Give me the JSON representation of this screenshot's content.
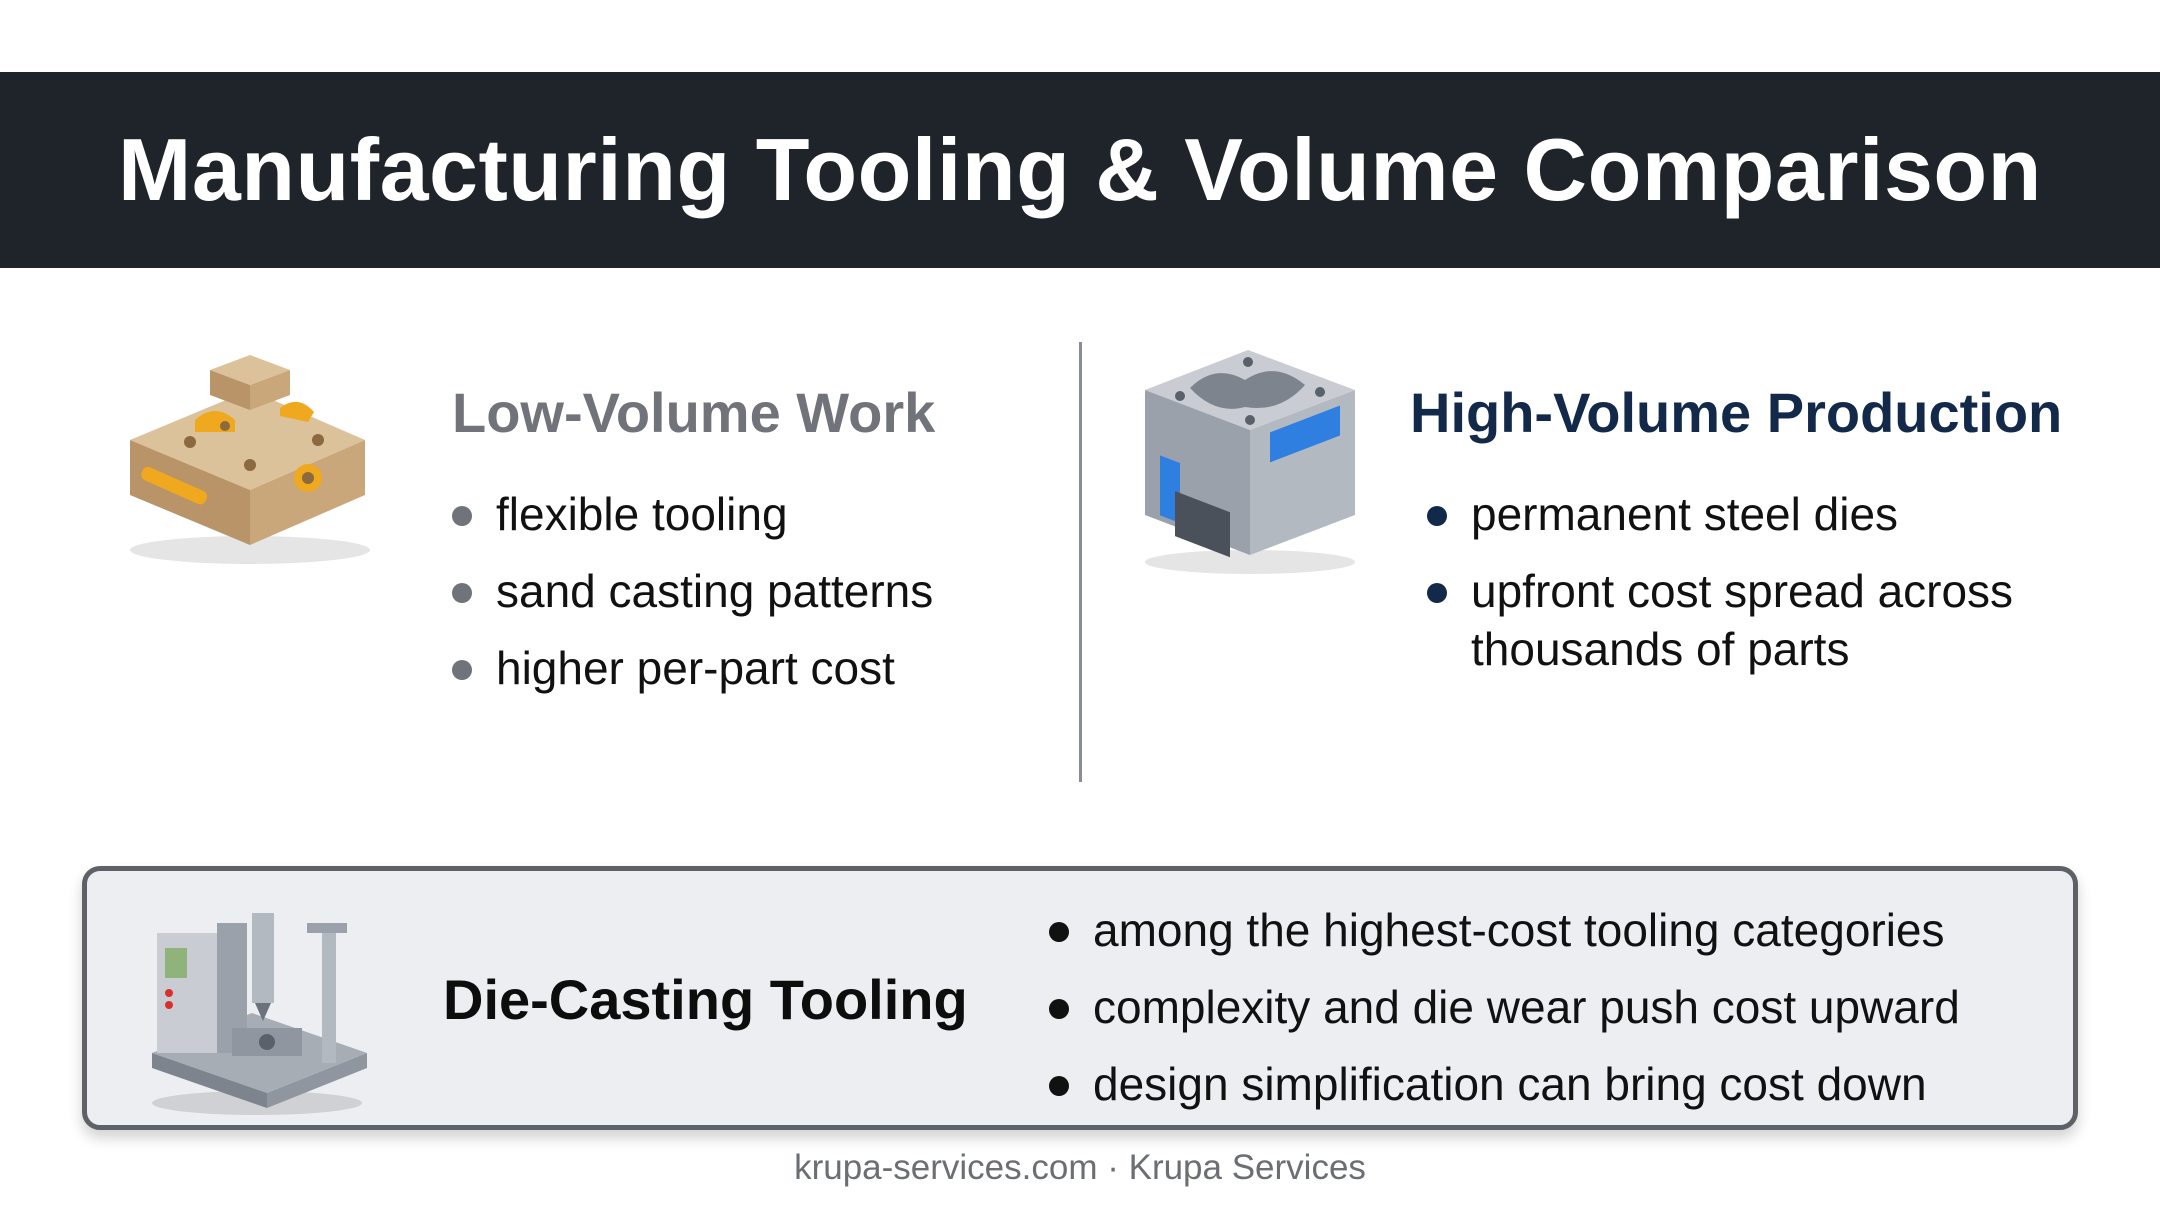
{
  "header": {
    "title": "Manufacturing Tooling & Volume Comparison"
  },
  "low_volume": {
    "title": "Low-Volume Work",
    "icon": "sand-mold-block-icon",
    "bullets": [
      "flexible tooling",
      "sand casting patterns",
      "higher per-part cost"
    ]
  },
  "high_volume": {
    "title": "High-Volume Production",
    "icon": "steel-die-block-icon",
    "bullets": [
      "permanent steel dies",
      "upfront cost spread across thousands of parts"
    ]
  },
  "die_casting": {
    "title": "Die-Casting Tooling",
    "icon": "die-casting-machine-icon",
    "bullets": [
      "among the highest-cost tooling categories",
      "complexity and die wear push cost upward",
      "design simplification can bring cost down"
    ]
  },
  "footer": {
    "text": "krupa-services.com · Krupa Services"
  },
  "colors": {
    "header_bg": "#1f232a",
    "low_title": "#707379",
    "high_title": "#13294a",
    "panel_bg": "#eceef2",
    "panel_border": "#5d6168",
    "accent_gold": "#e7a51d",
    "accent_blue": "#2f7fe0"
  }
}
